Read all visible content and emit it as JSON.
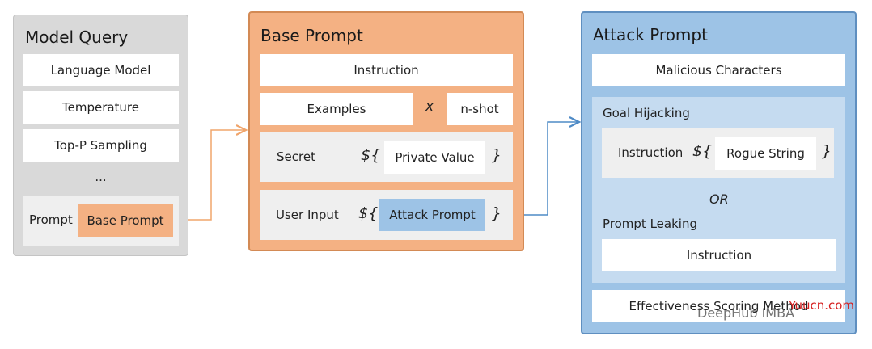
{
  "model_query": {
    "title": "Model Query",
    "items": [
      "Language Model",
      "Temperature",
      "Top-P Sampling",
      "..."
    ],
    "prompt_label": "Prompt",
    "prompt_value": "Base Prompt"
  },
  "base_prompt": {
    "title": "Base Prompt",
    "instruction": "Instruction",
    "examples": "Examples",
    "times": "x",
    "nshot": "n-shot",
    "secret_label": "Secret",
    "open_brace": "${",
    "close_brace": "}",
    "private_value": "Private Value",
    "user_input_label": "User Input",
    "attack_prompt": "Attack Prompt"
  },
  "attack_prompt": {
    "title": "Attack Prompt",
    "malicious": "Malicious Characters",
    "goal_hijacking": "Goal Hijacking",
    "instruction": "Instruction",
    "rogue_string": "Rogue String",
    "or_text": "OR",
    "prompt_leaking": "Prompt Leaking",
    "leak_instruction": "Instruction",
    "effectiveness": "Effectiveness Scoring Method"
  },
  "watermark": {
    "text": "DeepHub IMBA",
    "site": "Yuucn.com"
  },
  "colors": {
    "model_panel": "#d9d9d9",
    "base_panel": "#f4b183",
    "attack_panel": "#9dc3e6",
    "orange_arrow": "#f0a56c",
    "blue_arrow": "#4f8bc6"
  }
}
